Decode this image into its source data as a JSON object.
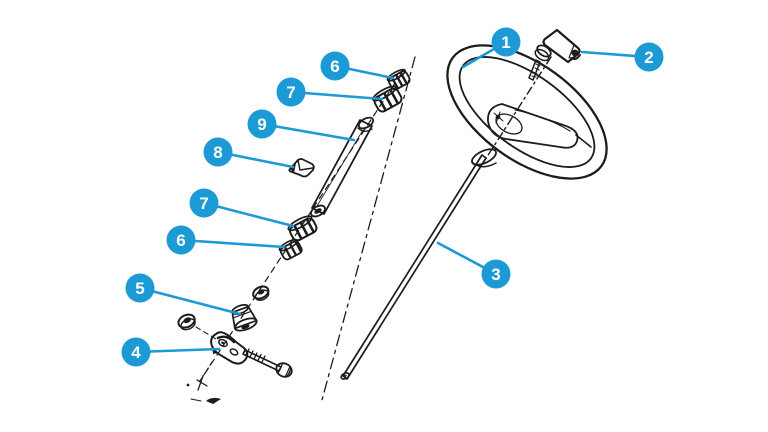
{
  "diagram": {
    "kind": "exploded-parts-diagram",
    "subject": "steering wheel and steering column assembly"
  },
  "colors": {
    "accent": "#1c9ad6",
    "ink": "#1c1c1c",
    "background": "#ffffff"
  },
  "callouts": [
    {
      "label": "1",
      "part": "steering-wheel"
    },
    {
      "label": "2",
      "part": "horn-button-emblem-plate"
    },
    {
      "label": "3",
      "part": "steering-shaft"
    },
    {
      "label": "4",
      "part": "clamp-bracket-and-bolt"
    },
    {
      "label": "5",
      "part": "bushing"
    },
    {
      "label": "6",
      "part": "ribbed-nut-upper"
    },
    {
      "label": "7",
      "part": "ribbed-bushing-upper"
    },
    {
      "label": "8",
      "part": "spring-clip"
    },
    {
      "label": "9",
      "part": "steering-column-tube"
    },
    {
      "label": "7",
      "part": "ribbed-bushing-lower"
    },
    {
      "label": "6",
      "part": "ribbed-nut-lower"
    }
  ]
}
